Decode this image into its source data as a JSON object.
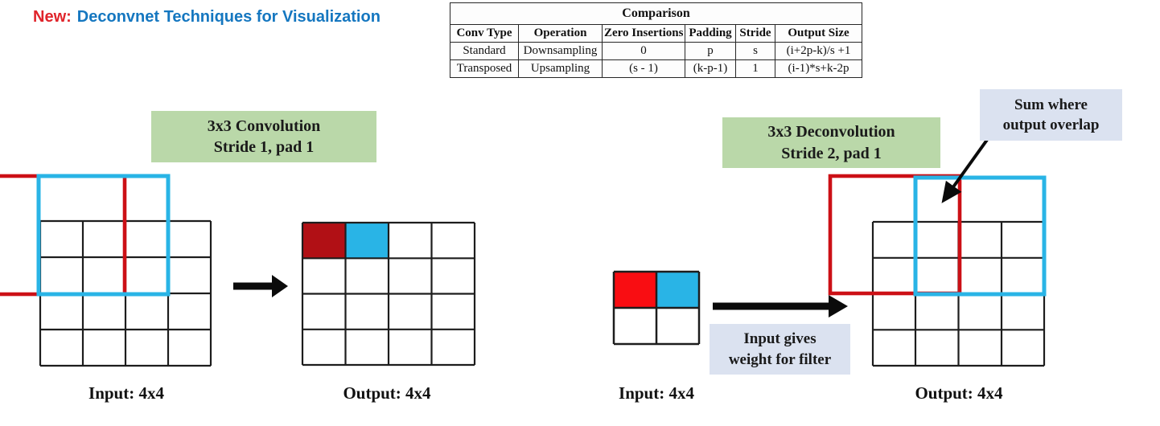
{
  "header": {
    "new_label": "New:",
    "title": "Deconvnet Techniques for Visualization"
  },
  "table": {
    "title": "Comparison",
    "headers": [
      "Conv Type",
      "Operation",
      "Zero Insertions",
      "Padding",
      "Stride",
      "Output Size"
    ],
    "rows": [
      [
        "Standard",
        "Downsampling",
        "0",
        "p",
        "s",
        "(i+2p-k)/s +1"
      ],
      [
        "Transposed",
        "Upsampling",
        "(s - 1)",
        "(k-p-1)",
        "1",
        "(i-1)*s+k-2p"
      ]
    ]
  },
  "left_diagram": {
    "label_line1": "3x3 Convolution",
    "label_line2": "Stride 1, pad 1",
    "input_label": "Input: 4x4",
    "output_label": "Output: 4x4"
  },
  "right_diagram": {
    "label_line1": "3x3 Deconvolution",
    "label_line2": "Stride 2, pad 1",
    "sum_note_line1": "Sum where",
    "sum_note_line2": "output overlap",
    "weight_note_line1": "Input gives",
    "weight_note_line2": "weight for filter",
    "input_label": "Input: 4x4",
    "output_label": "Output: 4x4"
  },
  "colors": {
    "title_red": "#e0242b",
    "title_blue": "#1577c0",
    "green_label_bg": "#bad8a9",
    "note_bg": "#dbe2f0",
    "bright_red_fill": "#f90d12",
    "dark_red_fill": "#b11015",
    "cyan": "#29b4e6",
    "filter_red_stroke": "#cc1016",
    "grid_line": "#1d1d1d",
    "arrow_black": "#0b0b0b"
  }
}
